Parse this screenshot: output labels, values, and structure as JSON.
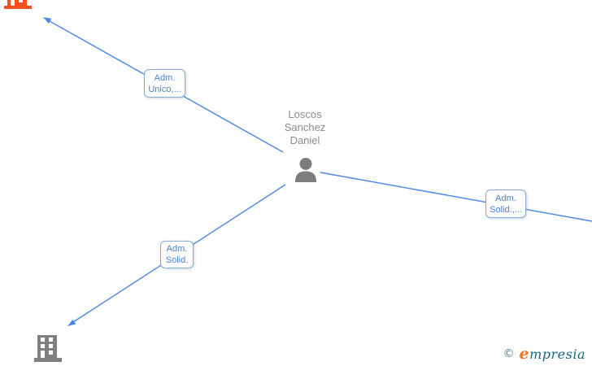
{
  "colors": {
    "edge_blue": "#4a86e8",
    "label_border_blue": "#85abdf",
    "label_text_blue": "#4a7fd9",
    "person_gray": "#7d7d7d",
    "name_text_gray": "#8a8a8a",
    "building_gray": "#808080",
    "building_orange": "#f4511e",
    "brand_orange": "#ee7623",
    "brand_teal": "#16657f",
    "copyright_teal": "#4f7d98"
  },
  "diagram": {
    "person": {
      "icon": "person-icon",
      "name_lines": [
        "Loscos",
        "Sanchez",
        "Daniel"
      ]
    },
    "companies": [
      {
        "position": "top-left",
        "icon": "building-icon",
        "color": "#f4511e"
      },
      {
        "position": "bottom-left",
        "icon": "building-icon",
        "color": "#808080"
      }
    ],
    "edges": [
      {
        "label_lines": [
          "Adm.",
          "Unico,..."
        ],
        "to": "company-top-left"
      },
      {
        "label_lines": [
          "Adm.",
          "Solid.,..."
        ],
        "to": "offscreen-right"
      },
      {
        "label_lines": [
          "Adm.",
          "Solid."
        ],
        "to": "company-bottom-left"
      }
    ]
  },
  "watermark": {
    "copyright": "©",
    "brand_initial": "e",
    "brand_rest": "mpresia"
  }
}
